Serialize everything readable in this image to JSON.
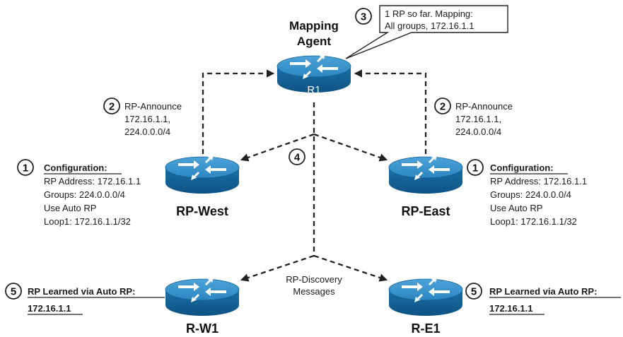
{
  "mapping_agent": {
    "title_line1": "Mapping",
    "title_line2": "Agent",
    "router_label": "R1",
    "callout_number": "3",
    "callout_line1": "1 RP so far. Mapping:",
    "callout_line2": "All groups, 172.16.1.1"
  },
  "announce_west": {
    "number": "2",
    "line1": "RP-Announce",
    "line2": "172.16.1.1,",
    "line3": "224.0.0.0/4"
  },
  "announce_east": {
    "number": "2",
    "line1": "RP-Announce",
    "line2": "172.16.1.1,",
    "line3": "224.0.0.0/4"
  },
  "step4_number": "4",
  "rp_west": {
    "name": "RP-West",
    "config_number": "1",
    "config_title": "Configuration:",
    "line1": "RP Address: 172.16.1.1",
    "line2": "Groups: 224.0.0.0/4",
    "line3": "Use Auto RP",
    "line4": "Loop1: 172.16.1.1/32"
  },
  "rp_east": {
    "name": "RP-East",
    "config_number": "1",
    "config_title": "Configuration:",
    "line1": "RP Address: 172.16.1.1",
    "line2": "Groups: 224.0.0.0/4",
    "line3": "Use Auto RP",
    "line4": "Loop1: 172.16.1.1/32"
  },
  "discovery": {
    "line1": "RP-Discovery",
    "line2": "Messages"
  },
  "r_w1": {
    "name": "R-W1",
    "number": "5",
    "learned": "RP Learned via Auto RP:",
    "address": "172.16.1.1"
  },
  "r_e1": {
    "name": "R-E1",
    "number": "5",
    "learned": "RP Learned via Auto RP:",
    "address": "172.16.1.1"
  },
  "colors": {
    "router_body": "#1b78b4",
    "router_top": "#3d97cf",
    "router_dark": "#0f5d8f",
    "router_arrows": "#ffffff",
    "lines": "#222222"
  },
  "icons": {
    "router": "router-icon",
    "step": "numbered-circle-icon"
  }
}
